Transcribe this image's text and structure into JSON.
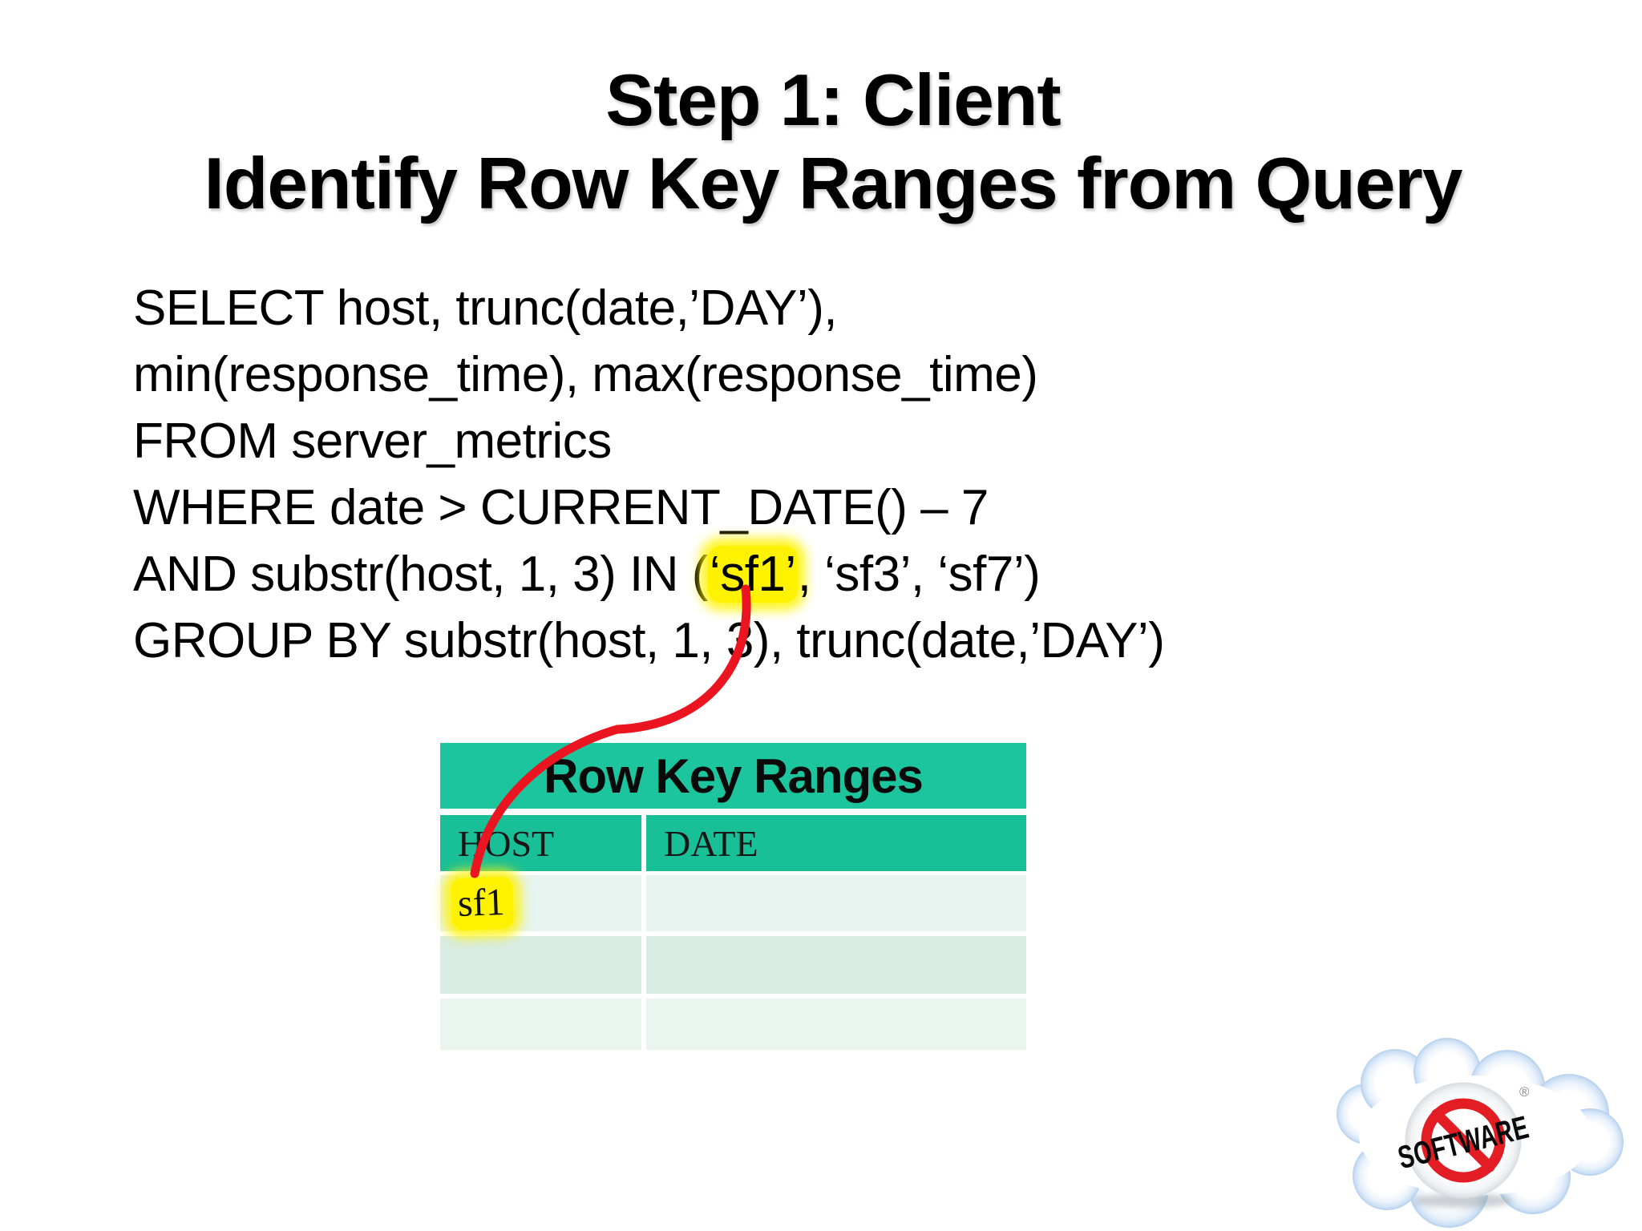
{
  "slide": {
    "title_line1": "Step 1: Client",
    "title_line2": "Identify Row Key Ranges from Query"
  },
  "sql": {
    "line1": "SELECT host, trunc(date,’DAY’),",
    "line2": "min(response_time), max(response_time)",
    "line3": "FROM server_metrics",
    "line4": "WHERE date > CURRENT_DATE() – 7",
    "line5_pre": "AND substr(host, 1, 3) IN (",
    "line5_highlight": "‘sf1’",
    "line5_post": ", ‘sf3’, ‘sf7’)",
    "line6": "GROUP BY substr(host, 1, 3), trunc(date,’DAY’)"
  },
  "table": {
    "title": "Row Key Ranges",
    "columns": [
      "HOST",
      "DATE"
    ],
    "rows": [
      [
        "sf1",
        ""
      ],
      [
        "",
        ""
      ],
      [
        "",
        ""
      ]
    ]
  },
  "logo": {
    "badge_text": "SOFTWARE",
    "registered_mark": "®"
  },
  "colors": {
    "table_title_bg": "#1cc59d",
    "table_header_bg": "#19bf96",
    "row_light": "#e7f4ef",
    "row_medium": "#d8ece3",
    "highlight_yellow": "#fff200",
    "connector_red": "#ea1520",
    "cloud_edge_blue": "#b4cfec",
    "no_sign_red": "#e21d23"
  }
}
